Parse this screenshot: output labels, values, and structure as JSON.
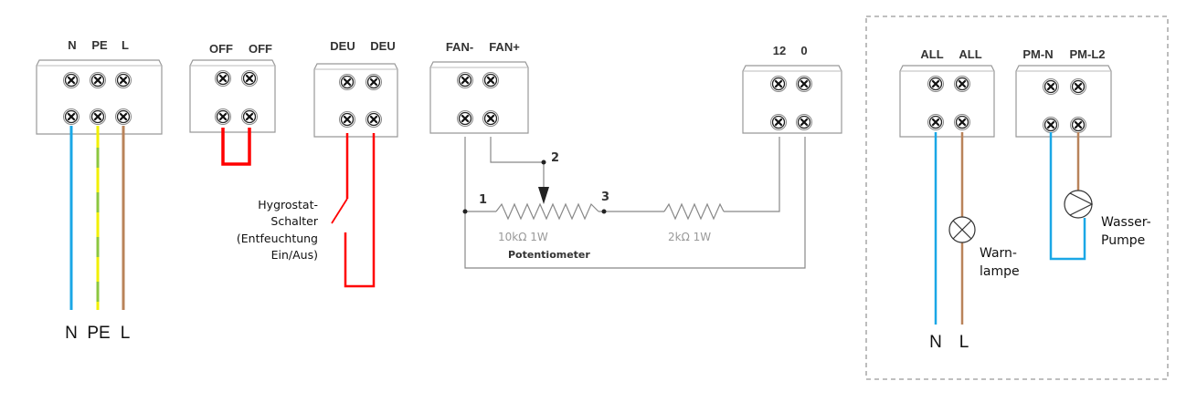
{
  "colors": {
    "neutral_wire": "#1aa7e6",
    "earth_wire_yellow": "#f2f000",
    "earth_wire_green": "#8cc63f",
    "live_wire": "#b9835a",
    "bridge_wire": "#ff0000",
    "signal_wire": "#888888"
  },
  "terminal_blocks": [
    {
      "id": "mains",
      "labels": [
        "N",
        "PE",
        "L"
      ]
    },
    {
      "id": "off",
      "labels": [
        "OFF",
        "OFF"
      ]
    },
    {
      "id": "deu",
      "labels": [
        "DEU",
        "DEU"
      ]
    },
    {
      "id": "fan",
      "labels": [
        "FAN-",
        "FAN+"
      ]
    },
    {
      "id": "supply",
      "labels": [
        "12",
        "0"
      ]
    },
    {
      "id": "alarm",
      "labels": [
        "ALL",
        "ALL"
      ]
    },
    {
      "id": "pump",
      "labels": [
        "PM-N",
        "PM-L2"
      ]
    }
  ],
  "mains_wire_labels": [
    "N",
    "PE",
    "L"
  ],
  "hygrostat_label": [
    "Hygrostat-",
    "Schalter",
    "(Entfeuchtung",
    "Ein/Aus)"
  ],
  "potentiometer": {
    "pins": [
      "1",
      "2",
      "3"
    ],
    "value": "10kΩ  1W",
    "name": "Potentiometer"
  },
  "resistor": {
    "value": "2kΩ  1W"
  },
  "alarm_wire_labels": [
    "N",
    "L"
  ],
  "lamp_label": [
    "Warn-",
    "lampe"
  ],
  "pump_label": [
    "Wasser-",
    "Pumpe"
  ]
}
